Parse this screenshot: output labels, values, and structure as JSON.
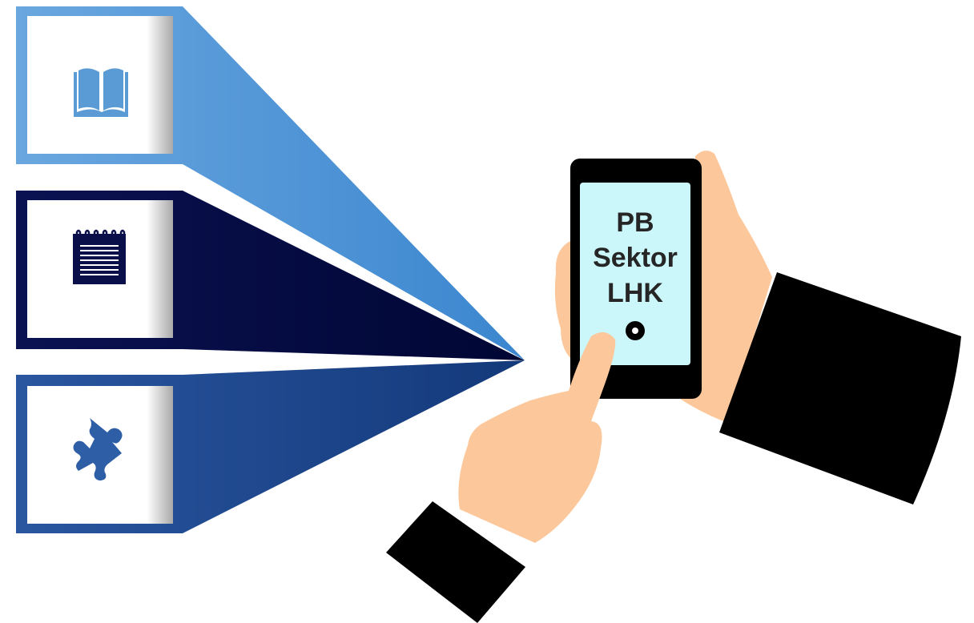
{
  "phone": {
    "line1": "PB",
    "line2": "Sektor",
    "line3": "LHK"
  },
  "panels": [
    {
      "icon": "book-icon",
      "color": "#5b9bd5"
    },
    {
      "icon": "notepad-icon",
      "color": "#0a0f4a"
    },
    {
      "icon": "puzzle-piece-icon",
      "color": "#1f4e96"
    }
  ],
  "colors": {
    "skin": "#fcc89b",
    "sleeve": "#000000",
    "screen": "#ccf7fa",
    "light_blue": "#5b9bd5",
    "navy": "#050a40",
    "royal_blue": "#214c93",
    "icon_blue": "#2e5ea6"
  }
}
